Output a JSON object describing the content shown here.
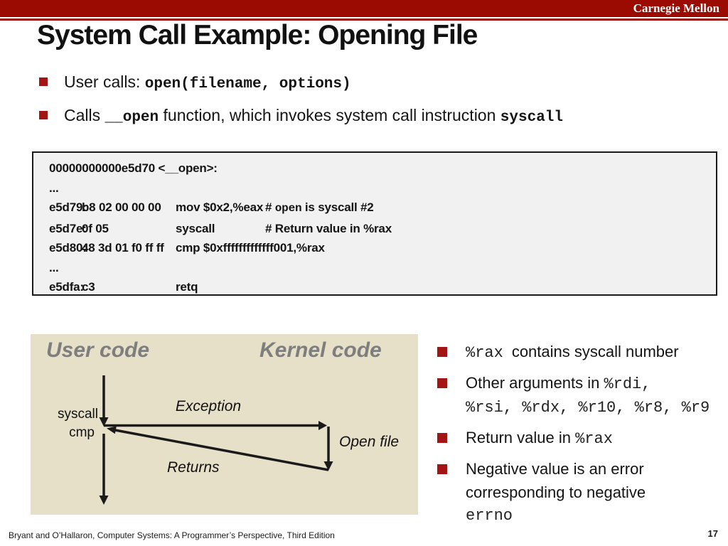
{
  "header": {
    "brand": "Carnegie Mellon"
  },
  "title": "System Call Example: Opening File",
  "bullets": [
    {
      "pre": "User calls: ",
      "mono": "open(filename, options)"
    },
    {
      "pre": "Calls ",
      "mono1": "__open",
      "mid": " function, which invokes system call instruction ",
      "mono2": "syscall"
    }
  ],
  "code_box": {
    "lines": [
      {
        "text": "00000000000e5d70 <__open>:"
      },
      {
        "text": "..."
      },
      {
        "addr": "e5d79:",
        "bytes": "b8 02 00 00 00",
        "instr": "mov  $0x2,%eax",
        "cmt_pre": "# ",
        "cmt_mono": "open",
        "cmt_post": " is syscall #2"
      },
      {
        "addr": "e5d7e:",
        "bytes": "0f 05",
        "instr": "syscall",
        "cmt_pre": "# Return value in %rax",
        "cmt_mono": "",
        "cmt_post": ""
      },
      {
        "addr": "e5d80:",
        "bytes": "48 3d 01 f0 ff ff",
        "instr": "cmp  $0xfffffffffffff001,%rax",
        "cmt_pre": "",
        "cmt_mono": "",
        "cmt_post": ""
      },
      {
        "text": "..."
      },
      {
        "addr": "e5dfa:",
        "bytes": "c3",
        "instr": "retq",
        "cmt_pre": "",
        "cmt_mono": "",
        "cmt_post": ""
      }
    ]
  },
  "diagram": {
    "user_code": "User code",
    "kernel_code": "Kernel code",
    "syscall": "syscall",
    "cmp": "cmp",
    "exception": "Exception",
    "open_file": "Open file",
    "returns": "Returns"
  },
  "right_bullets": [
    {
      "mono": "%rax",
      "text": "contains syscall number"
    },
    {
      "pre": "Other arguments in ",
      "mono1": "%rdi,",
      "line2": "%rsi, %rdx, %r10, %r8, %r9"
    },
    {
      "pre": "Return value in ",
      "mono": "%rax"
    },
    {
      "line1": "Negative value is an error",
      "line2": "corresponding to negative",
      "mono": "errno"
    }
  ],
  "footer": {
    "left": "Bryant and O’Hallaron, Computer Systems: A Programmer’s Perspective, Third Edition",
    "page": "17"
  },
  "colors": {
    "accent_red": "#9b0b01",
    "bullet_red": "#a31414",
    "diagram_bg": "#e6e0c9",
    "code_bg": "#f1f1f1"
  }
}
